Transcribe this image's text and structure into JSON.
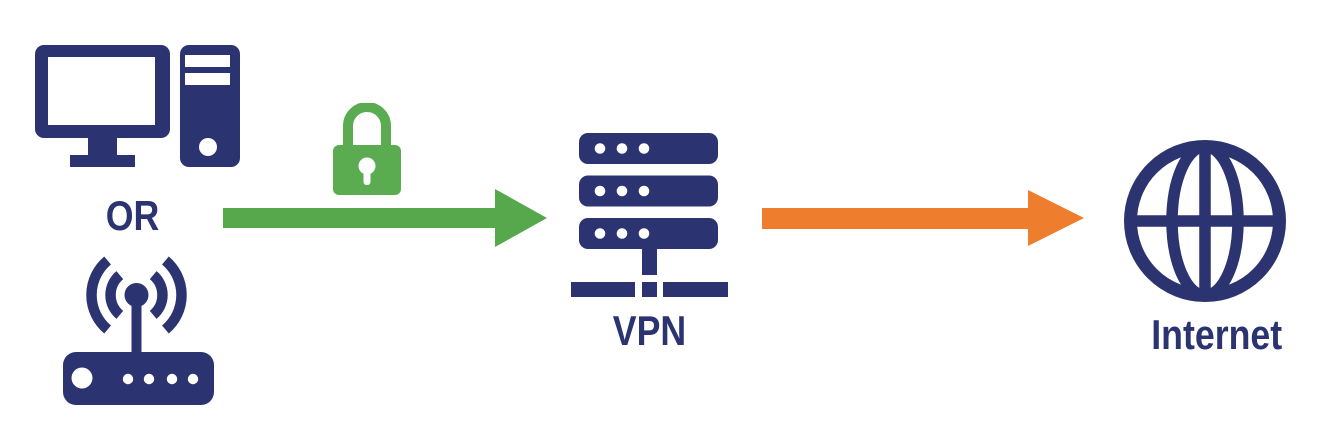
{
  "diagram": {
    "description": "Computer or wireless router connects over an encrypted (padlocked) link to a VPN server, which connects onward to the Internet",
    "colors": {
      "navy": "#2B3470",
      "green": "#57A74D",
      "lock_green": "#5BAC51",
      "orange": "#EE7E2E",
      "white": "#FFFFFF",
      "background": "#FFFFFF"
    },
    "labels": {
      "or": "OR",
      "vpn": "VPN",
      "internet": "Internet"
    },
    "icons": {
      "computer": "desktop-computer-icon",
      "router": "wireless-router-icon",
      "lock": "padlock-icon",
      "encrypted_link": "green-right-arrow-icon",
      "server": "vpn-server-icon",
      "outbound_link": "orange-right-arrow-icon",
      "globe": "globe-icon"
    }
  }
}
